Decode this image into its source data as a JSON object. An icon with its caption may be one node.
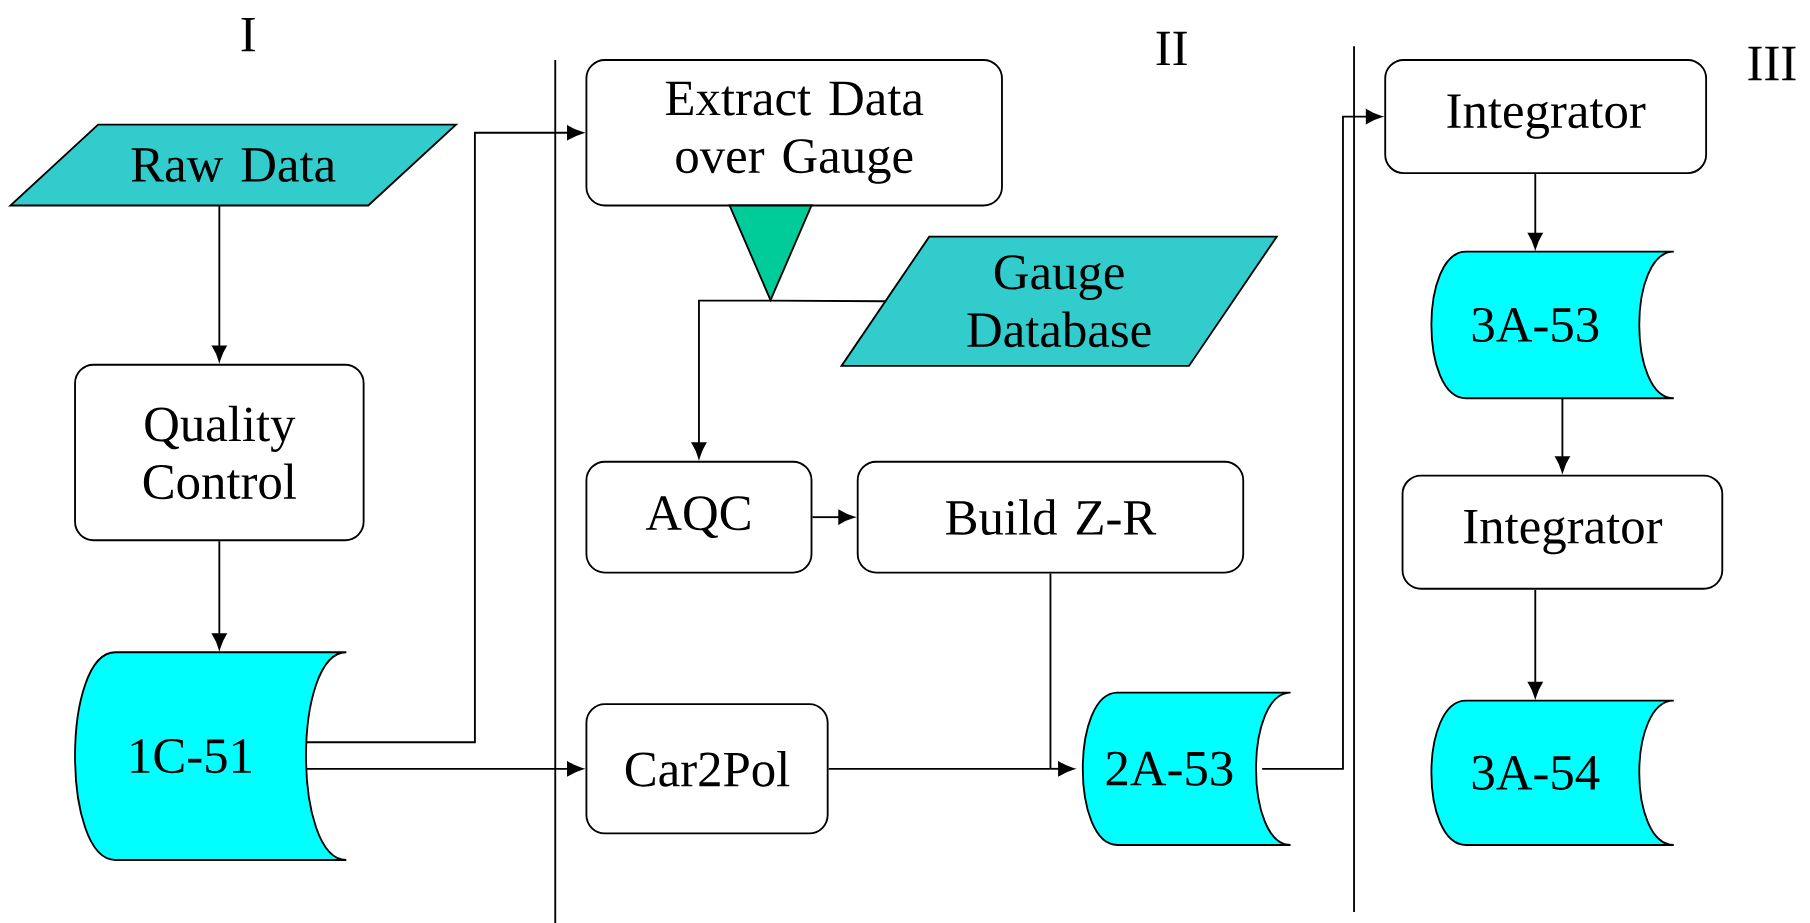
{
  "diagram": {
    "nodes": [
      {
        "text": [
          "Raw Data"
        ]
      },
      {
        "text": [
          "Quality Control"
        ]
      },
      {
        "text": [
          "1C-51"
        ]
      },
      {
        "text": [
          "Extract Data over Gauge"
        ]
      },
      {
        "text": [],
        "shape": "triangle"
      },
      {
        "text": [
          "Gauge Database"
        ]
      },
      {
        "text": [
          "AQC"
        ]
      },
      {
        "text": [
          "Build Z-R"
        ]
      },
      {
        "text": [
          "Car2Pol"
        ]
      },
      {
        "text": [
          "2A-53"
        ]
      },
      {
        "text": [
          "Integrator"
        ]
      },
      {
        "text": [
          "3A-53"
        ]
      },
      {
        "text": [
          "Integrator"
        ]
      },
      {
        "text": [
          "3A-54"
        ]
      }
    ],
    "edges": [
      {
        "from": 0,
        "to": 1,
        "arrow": "to"
      },
      {
        "from": 1,
        "to": 2,
        "arrow": "to"
      },
      {
        "from": 2,
        "to": 3,
        "arrow": "to"
      },
      {
        "from": 2,
        "to": 8,
        "arrow": "to"
      },
      {
        "from": 5,
        "to": 4,
        "arrow": "none"
      },
      {
        "from": 4,
        "to": 6,
        "arrow": "to"
      },
      {
        "from": 6,
        "to": 7,
        "arrow": "to"
      },
      {
        "from": 7,
        "to": 9,
        "arrow": "to"
      },
      {
        "from": 8,
        "to": 9,
        "arrow": "to"
      },
      {
        "from": 9,
        "to": 10,
        "arrow": "to"
      },
      {
        "from": 10,
        "to": 11,
        "arrow": "to"
      },
      {
        "from": 11,
        "to": 12,
        "arrow": "to"
      },
      {
        "from": 12,
        "to": 13,
        "arrow": "to"
      }
    ],
    "labels": [
      "I",
      "II",
      "III"
    ]
  }
}
